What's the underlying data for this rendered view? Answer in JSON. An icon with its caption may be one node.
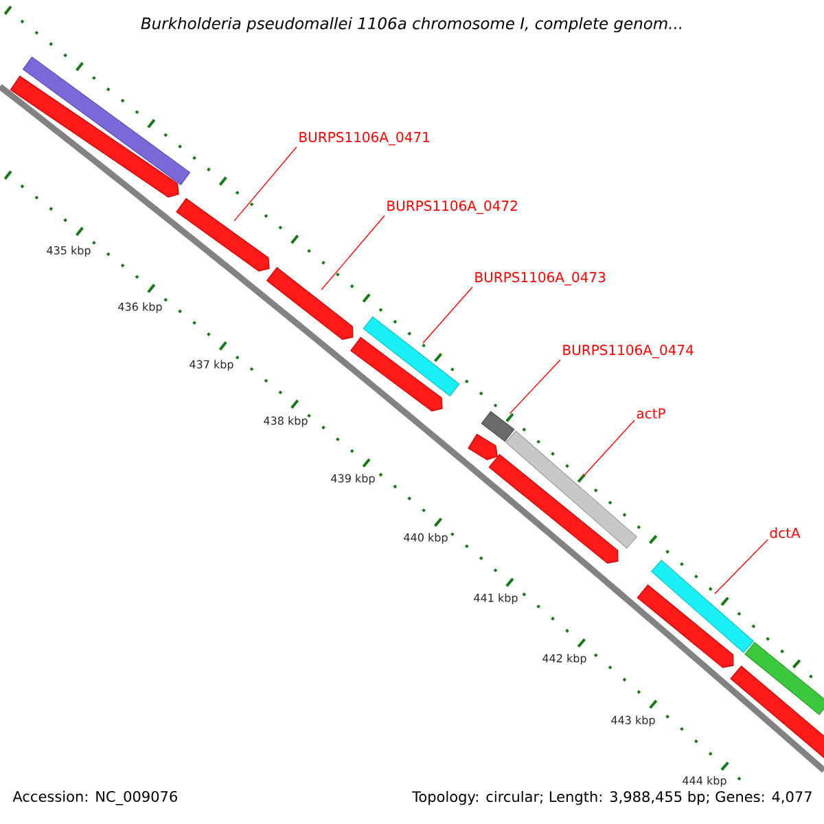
{
  "diagram": {
    "title": "*Burkholderia pseudomallei* 1106a chromosome I, complete genom...",
    "nodes": [
      {
        "text": [
          "BURPS1106A_0471"
        ]
      },
      {
        "text": [
          "BURPS1106A_0472"
        ]
      },
      {
        "text": [
          "BURPS1106A_0473"
        ]
      },
      {
        "text": [
          "BURPS1106A_0474"
        ]
      },
      {
        "text": [
          "actP"
        ]
      },
      {
        "text": [
          "dctA"
        ]
      },
      {
        "text": [],
        "shape": "bar"
      },
      {
        "text": [],
        "shape": "arrow"
      },
      {
        "text": [],
        "shape": "arrow"
      },
      {
        "text": [],
        "shape": "arrow"
      },
      {
        "text": [],
        "shape": "bar"
      },
      {
        "text": [],
        "shape": "arrow"
      },
      {
        "text": [],
        "shape": "bar"
      },
      {
        "text": [],
        "shape": "arrow"
      },
      {
        "text": [],
        "shape": "bar"
      },
      {
        "text": [],
        "shape": "arrow"
      },
      {
        "text": [],
        "shape": "bar"
      },
      {
        "text": [],
        "shape": "arrow"
      },
      {
        "text": [],
        "shape": "bar"
      },
      {
        "text": [],
        "shape": "arrow"
      }
    ],
    "edges": [
      {
        "from": 0,
        "to": 8,
        "arrow": "none"
      },
      {
        "from": 1,
        "to": 9,
        "arrow": "none"
      },
      {
        "from": 2,
        "to": 10,
        "arrow": "none"
      },
      {
        "from": 3,
        "to": 12,
        "arrow": "none"
      },
      {
        "from": 4,
        "to": 14,
        "arrow": "none"
      },
      {
        "from": 5,
        "to": 16,
        "arrow": "none"
      }
    ],
    "labels": [
      "435 kbp",
      "436 kbp",
      "437 kbp",
      "438 kbp",
      "439 kbp",
      "440 kbp",
      "441 kbp",
      "442 kbp",
      "443 kbp",
      "444 kbp",
      "Accession: NC_009076",
      "Topology: circular; Length: 3,988,455 bp; Genes: 4,077"
    ]
  }
}
